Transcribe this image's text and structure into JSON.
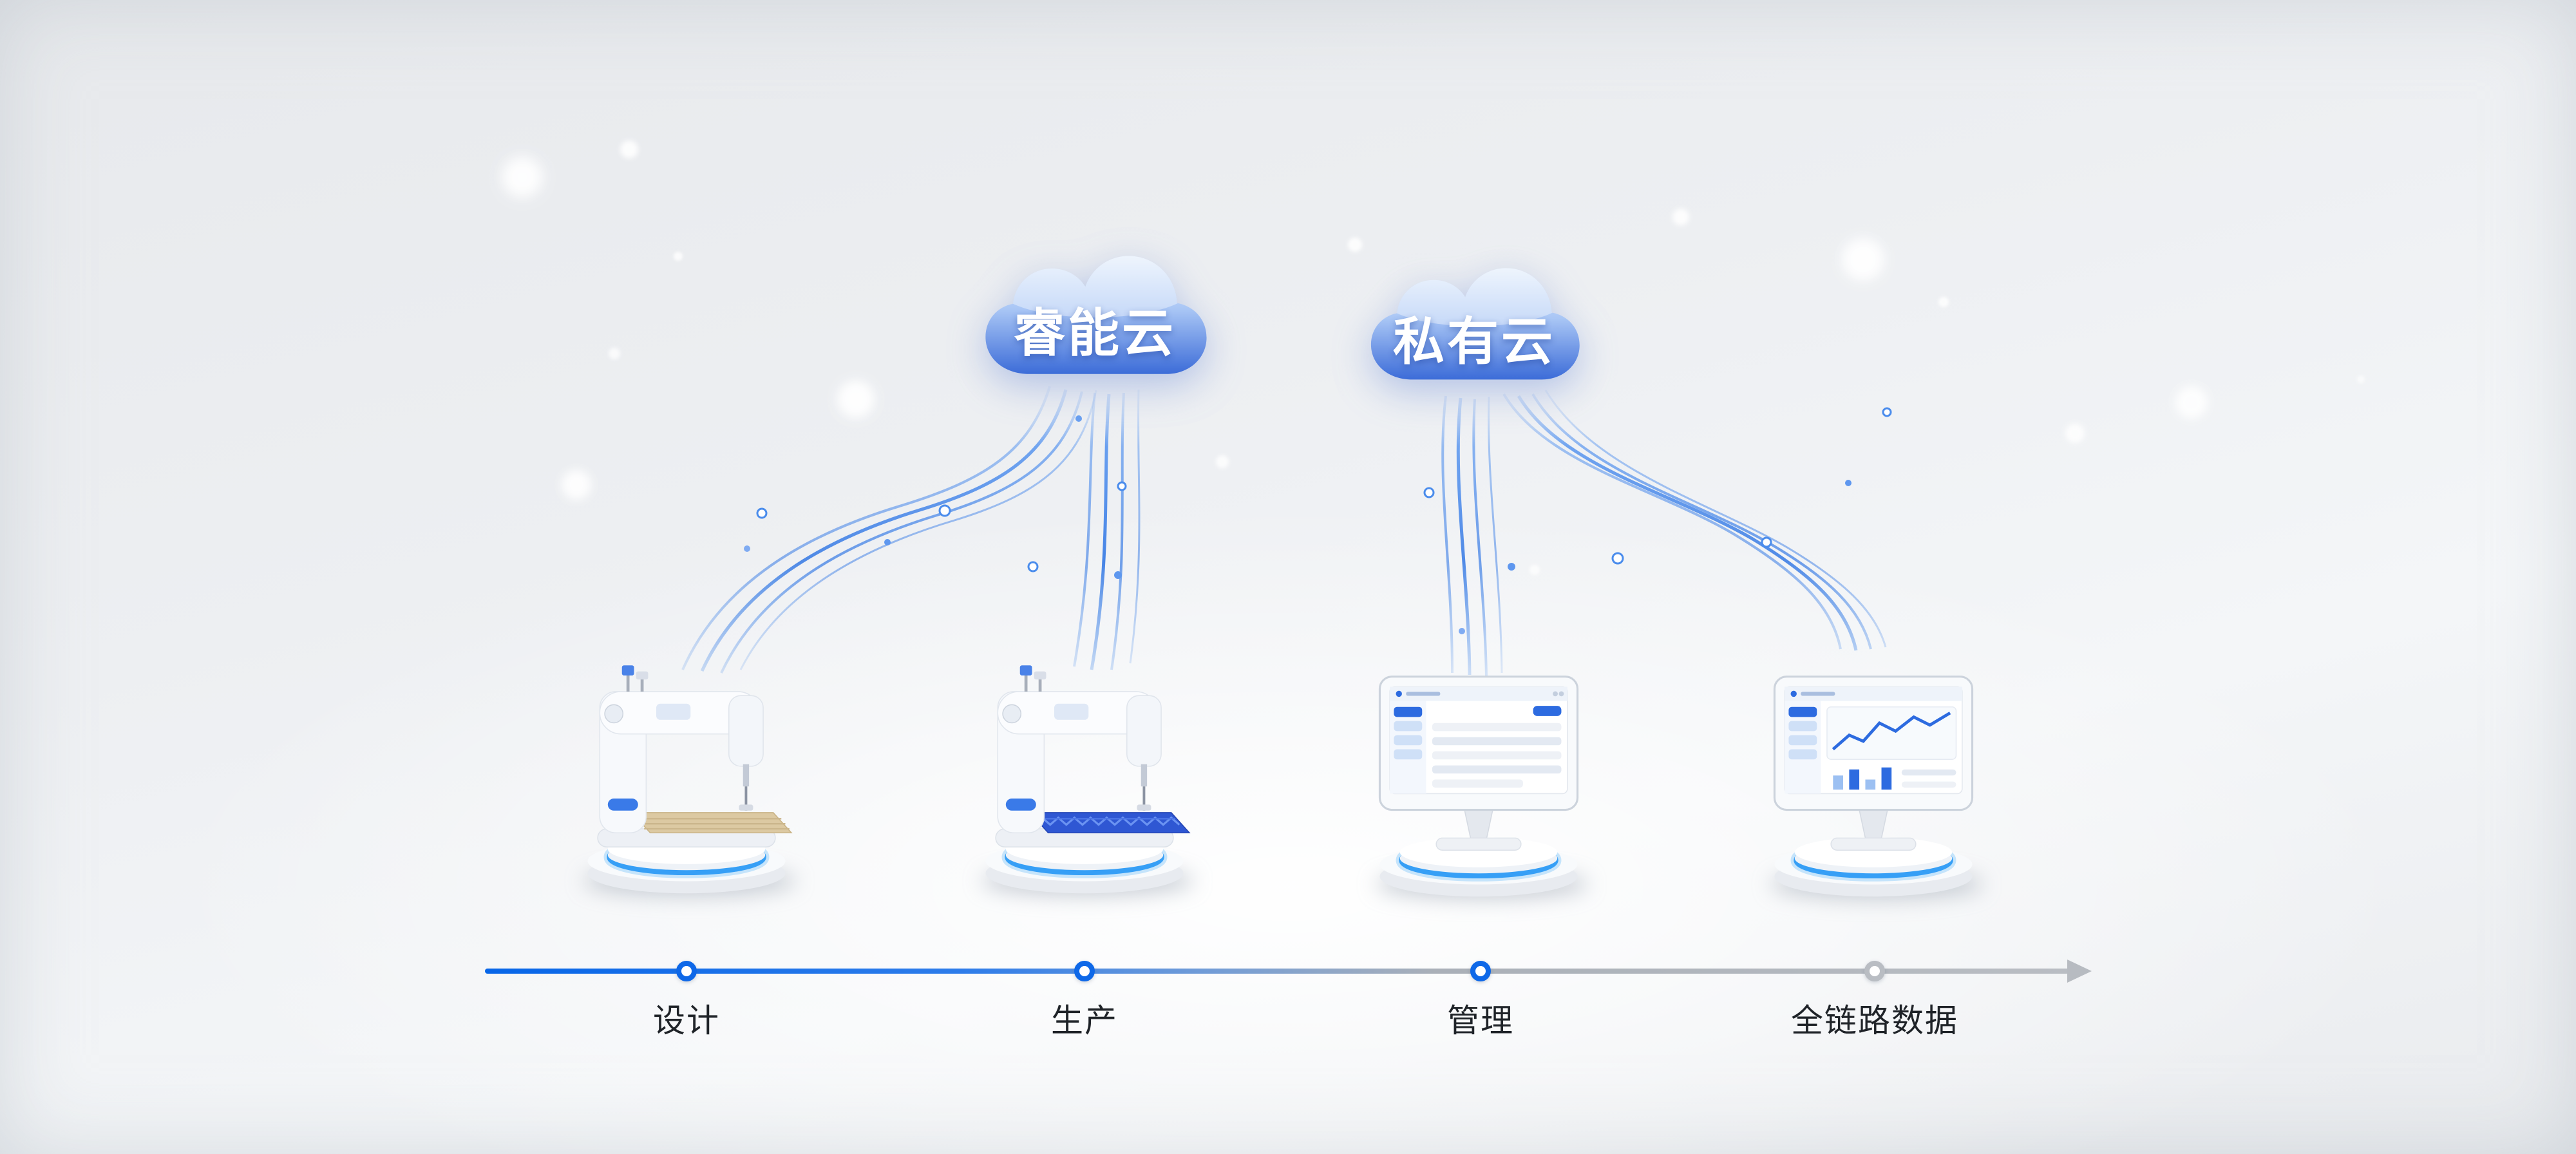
{
  "clouds": [
    {
      "name": "ruineng-cloud",
      "label": "睿能云"
    },
    {
      "name": "private-cloud",
      "label": "私有云"
    }
  ],
  "timeline": {
    "stages": [
      {
        "label": "设计",
        "color": "blue"
      },
      {
        "label": "生产",
        "color": "blue"
      },
      {
        "label": "管理",
        "color": "blue"
      },
      {
        "label": "全链路数据",
        "color": "gray"
      }
    ],
    "has_arrow": true
  },
  "devices": [
    {
      "name": "sewing-machine-natural-fabric-icon"
    },
    {
      "name": "sewing-machine-blue-fabric-icon"
    },
    {
      "name": "management-dashboard-monitor-icon"
    },
    {
      "name": "analytics-dashboard-monitor-icon"
    }
  ],
  "colors": {
    "accent_blue": "#1465e0",
    "cloud_gradient_top": "#e3eefc",
    "cloud_gradient_bottom": "#3c6cd8",
    "pedestal_ring_blue": "#2e9bf5",
    "timeline_gray": "#b7bbc1",
    "background": "#eceef2"
  }
}
